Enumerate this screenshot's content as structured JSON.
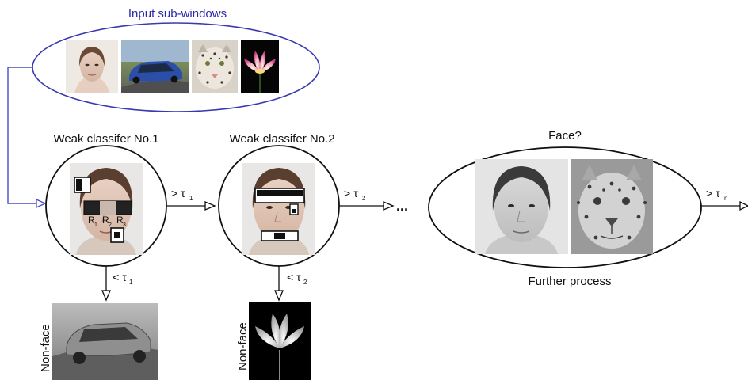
{
  "input_group": {
    "title": "Input sub-windows",
    "title_color": "#2a2aa8"
  },
  "stage1": {
    "title": "Weak classifer No.1",
    "regions": [
      "R",
      "R",
      "R"
    ],
    "region_subscripts": [
      "1",
      "2",
      "3"
    ],
    "pass_label": "> τ",
    "pass_sub": "1",
    "reject_label": "< τ",
    "reject_sub": "1",
    "reject_caption": "Non-face"
  },
  "stage2": {
    "title": "Weak classifer No.2",
    "pass_label": "> τ",
    "pass_sub": "2",
    "reject_label": "< τ",
    "reject_sub": "2",
    "reject_caption": "Non-face"
  },
  "ellipsis": "...",
  "final": {
    "title": "Face?",
    "caption": "Further process",
    "pass_label": "> τ",
    "pass_sub": "n"
  },
  "colors": {
    "connector": "#4a4ac8",
    "stroke": "#111111",
    "input_ellipse": "#3a3ab0"
  },
  "icons": [
    "face-thumbnail",
    "car-thumbnail",
    "leopard-thumbnail",
    "lotus-thumbnail"
  ]
}
